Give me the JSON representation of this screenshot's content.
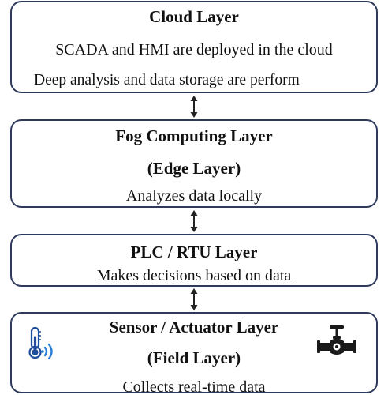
{
  "layers": {
    "cloud": {
      "title": "Cloud Layer",
      "line1": "SCADA and HMI are deployed in the cloud",
      "line2": "Deep analysis and data storage are perform"
    },
    "fog": {
      "title": "Fog Computing Layer",
      "subtitle": "(Edge Layer)",
      "line1": "Analyzes data locally"
    },
    "plc": {
      "title": "PLC / RTU Layer",
      "line1": "Makes decisions based on data"
    },
    "sensor": {
      "title": "Sensor / Actuator Layer",
      "subtitle": "(Field Layer)",
      "line1": "Collects real-time data",
      "left_icon": "thermometer-sensor-icon",
      "right_icon": "valve-actuator-icon"
    }
  },
  "colors": {
    "border": "#2e3a5c",
    "text": "#111111",
    "icon_accent": "#1f4f9c"
  }
}
